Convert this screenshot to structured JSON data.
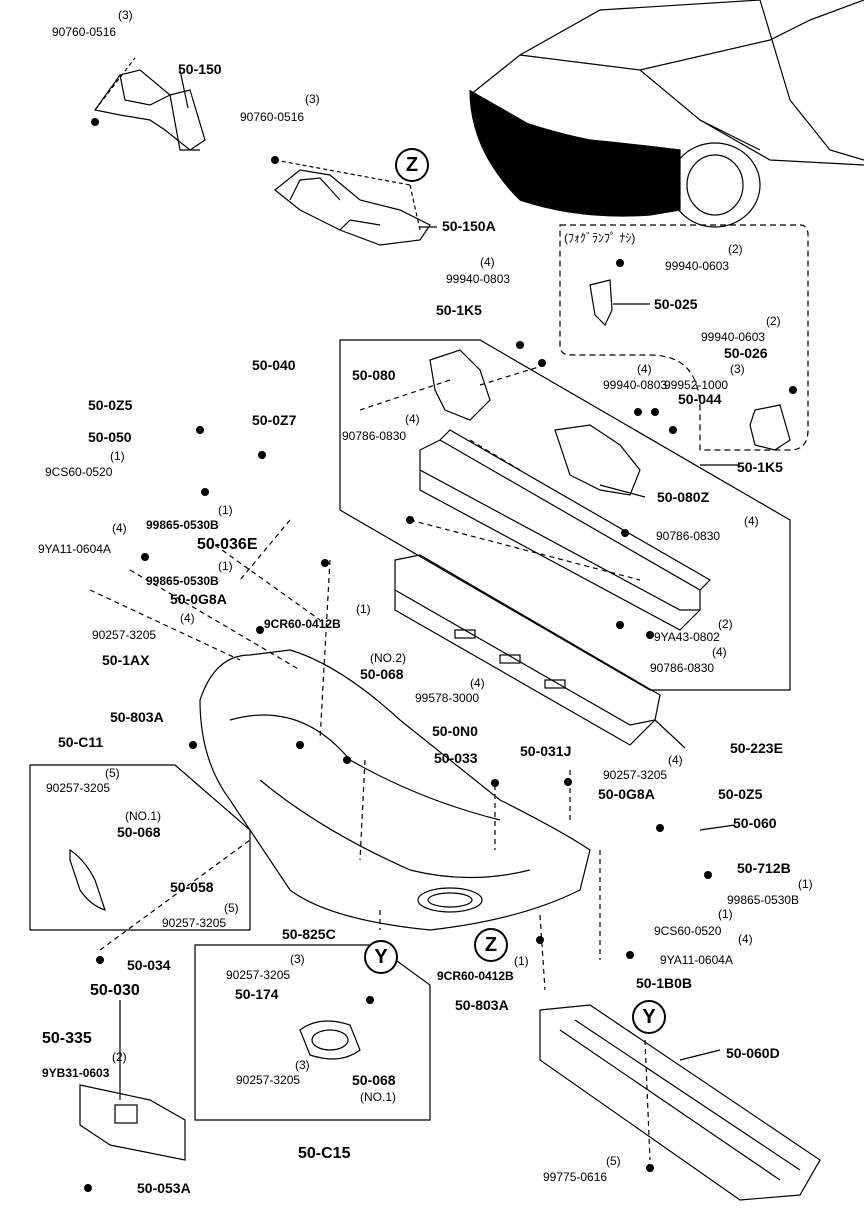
{
  "diagram": {
    "labels": {
      "l_3a": "(3)",
      "l_90760a": "90760-0516",
      "l_50150": "50-150",
      "l_3b": "(3)",
      "l_90760b": "90760-0516",
      "l_50150A": "50-150A",
      "l_fog": "(ﾌｫｸﾞﾗﾝﾌﾟ ﾅｼ)",
      "l_2a": "(2)",
      "l_99940_0603a": "99940-0603",
      "l_50025": "50-025",
      "l_4a": "(4)",
      "l_99940_0803a": "99940-0803",
      "l_501K5a": "50-1K5",
      "l_2b": "(2)",
      "l_99940_0603b": "99940-0603",
      "l_50026": "50-026",
      "l_3c": "(3)",
      "l_4b": "(4)",
      "l_99940_0803b": "99940-0803",
      "l_99952": "99952-1000",
      "l_50044": "50-044",
      "l_50040": "50-040",
      "l_50080": "50-080",
      "l_50Z5a": "50-0Z5",
      "l_50Z7": "50-0Z7",
      "l_50050": "50-050",
      "l_1a": "(1)",
      "l_9CS60a": "9CS60-0520",
      "l_4c": "(4)",
      "l_90786a": "90786-0830",
      "l_501K5b": "50-1K5",
      "l_50080Z": "50-080Z",
      "l_1b": "(1)",
      "l_99865a": "99865-0530B",
      "l_50036E": "50-036E",
      "l_4d": "(4)",
      "l_9YA11a": "9YA11-0604A",
      "l_4e": "(4)",
      "l_90786b": "90786-0830",
      "l_1c": "(1)",
      "l_99865b": "99865-0530B",
      "l_50G8Aa": "50-0G8A",
      "l_1d": "(1)",
      "l_9CR60a": "9CR60-0412B",
      "l_4f": "(4)",
      "l_90257a": "90257-3205",
      "l_501AX": "50-1AX",
      "l_2c": "(2)",
      "l_9YA43": "9YA43-0802",
      "l_4g": "(4)",
      "l_90786c": "90786-0830",
      "l_no2": "(NO.2)",
      "l_50068a": "50-068",
      "l_4h": "(4)",
      "l_99578": "99578-3000",
      "l_50803Aa": "50-803A",
      "l_500N0": "50-0N0",
      "l_50223E": "50-223E",
      "l_50C11": "50-C11",
      "l_5a": "(5)",
      "l_90257b": "90257-3205",
      "l_no1a": "(NO.1)",
      "l_50068b": "50-068",
      "l_50033": "50-033",
      "l_50031J": "50-031J",
      "l_4i": "(4)",
      "l_90257c": "90257-3205",
      "l_50G8Ab": "50-0G8A",
      "l_50Z5b": "50-0Z5",
      "l_50060": "50-060",
      "l_50712B": "50-712B",
      "l_1e": "(1)",
      "l_99865c": "99865-0530B",
      "l_50058": "50-058",
      "l_5b": "(5)",
      "l_90257d": "90257-3205",
      "l_1f": "(1)",
      "l_9CS60b": "9CS60-0520",
      "l_4j": "(4)",
      "l_9YA11b": "9YA11-0604A",
      "l_50825C": "50-825C",
      "l_50034": "50-034",
      "l_1g": "(1)",
      "l_9CR60b": "9CR60-0412B",
      "l_501B0B": "50-1B0B",
      "l_50030": "50-030",
      "l_3d": "(3)",
      "l_90257e": "90257-3205",
      "l_50174": "50-174",
      "l_50803Ab": "50-803A",
      "l_50335": "50-335",
      "l_2d": "(2)",
      "l_9YB31": "9YB31-0603",
      "l_50060D": "50-060D",
      "l_3e": "(3)",
      "l_90257f": "90257-3205",
      "l_50068c": "50-068",
      "l_no1b": "(NO.1)",
      "l_5c": "(5)",
      "l_99775": "99775-0616",
      "l_50C15": "50-C15",
      "l_50053A": "50-053A"
    },
    "callouts": {
      "z1": "Z",
      "z2": "Z",
      "y1": "Y",
      "y2": "Y"
    }
  }
}
